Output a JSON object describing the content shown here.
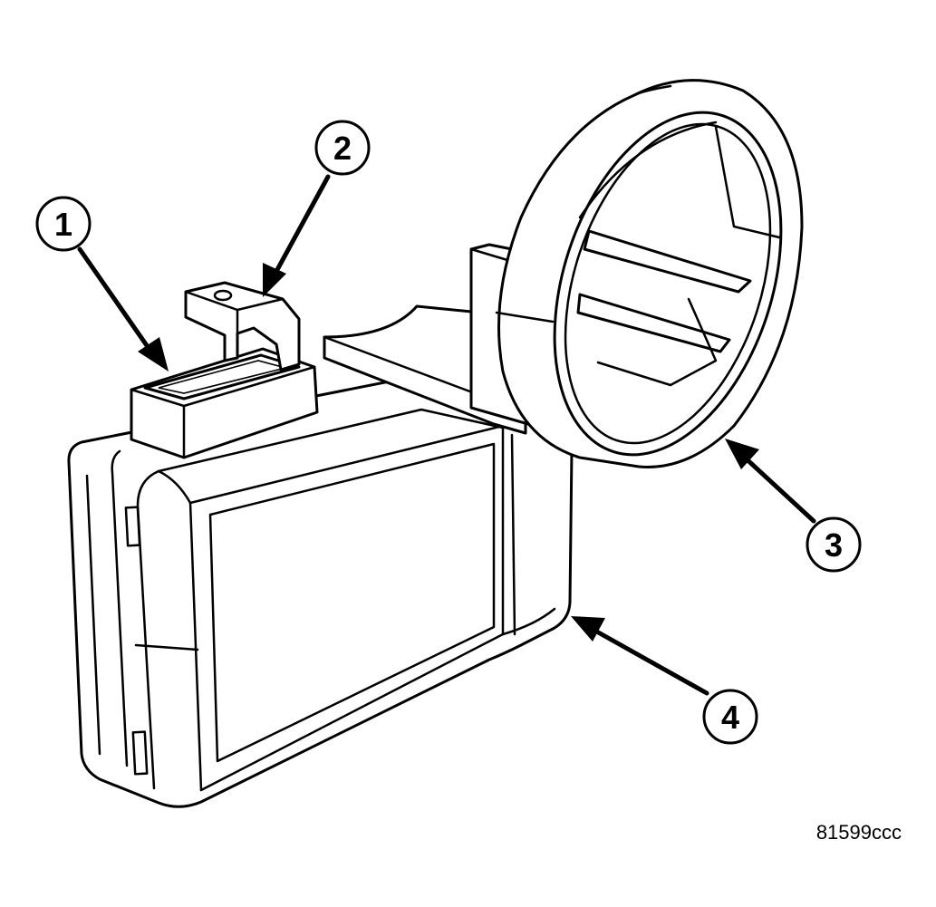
{
  "callouts": [
    {
      "id": 1,
      "label": "1"
    },
    {
      "id": 2,
      "label": "2"
    },
    {
      "id": 3,
      "label": "3"
    },
    {
      "id": 4,
      "label": "4"
    }
  ],
  "figure_id": "81599ccc",
  "colors": {
    "ink": "#000000",
    "paper": "#ffffff"
  }
}
